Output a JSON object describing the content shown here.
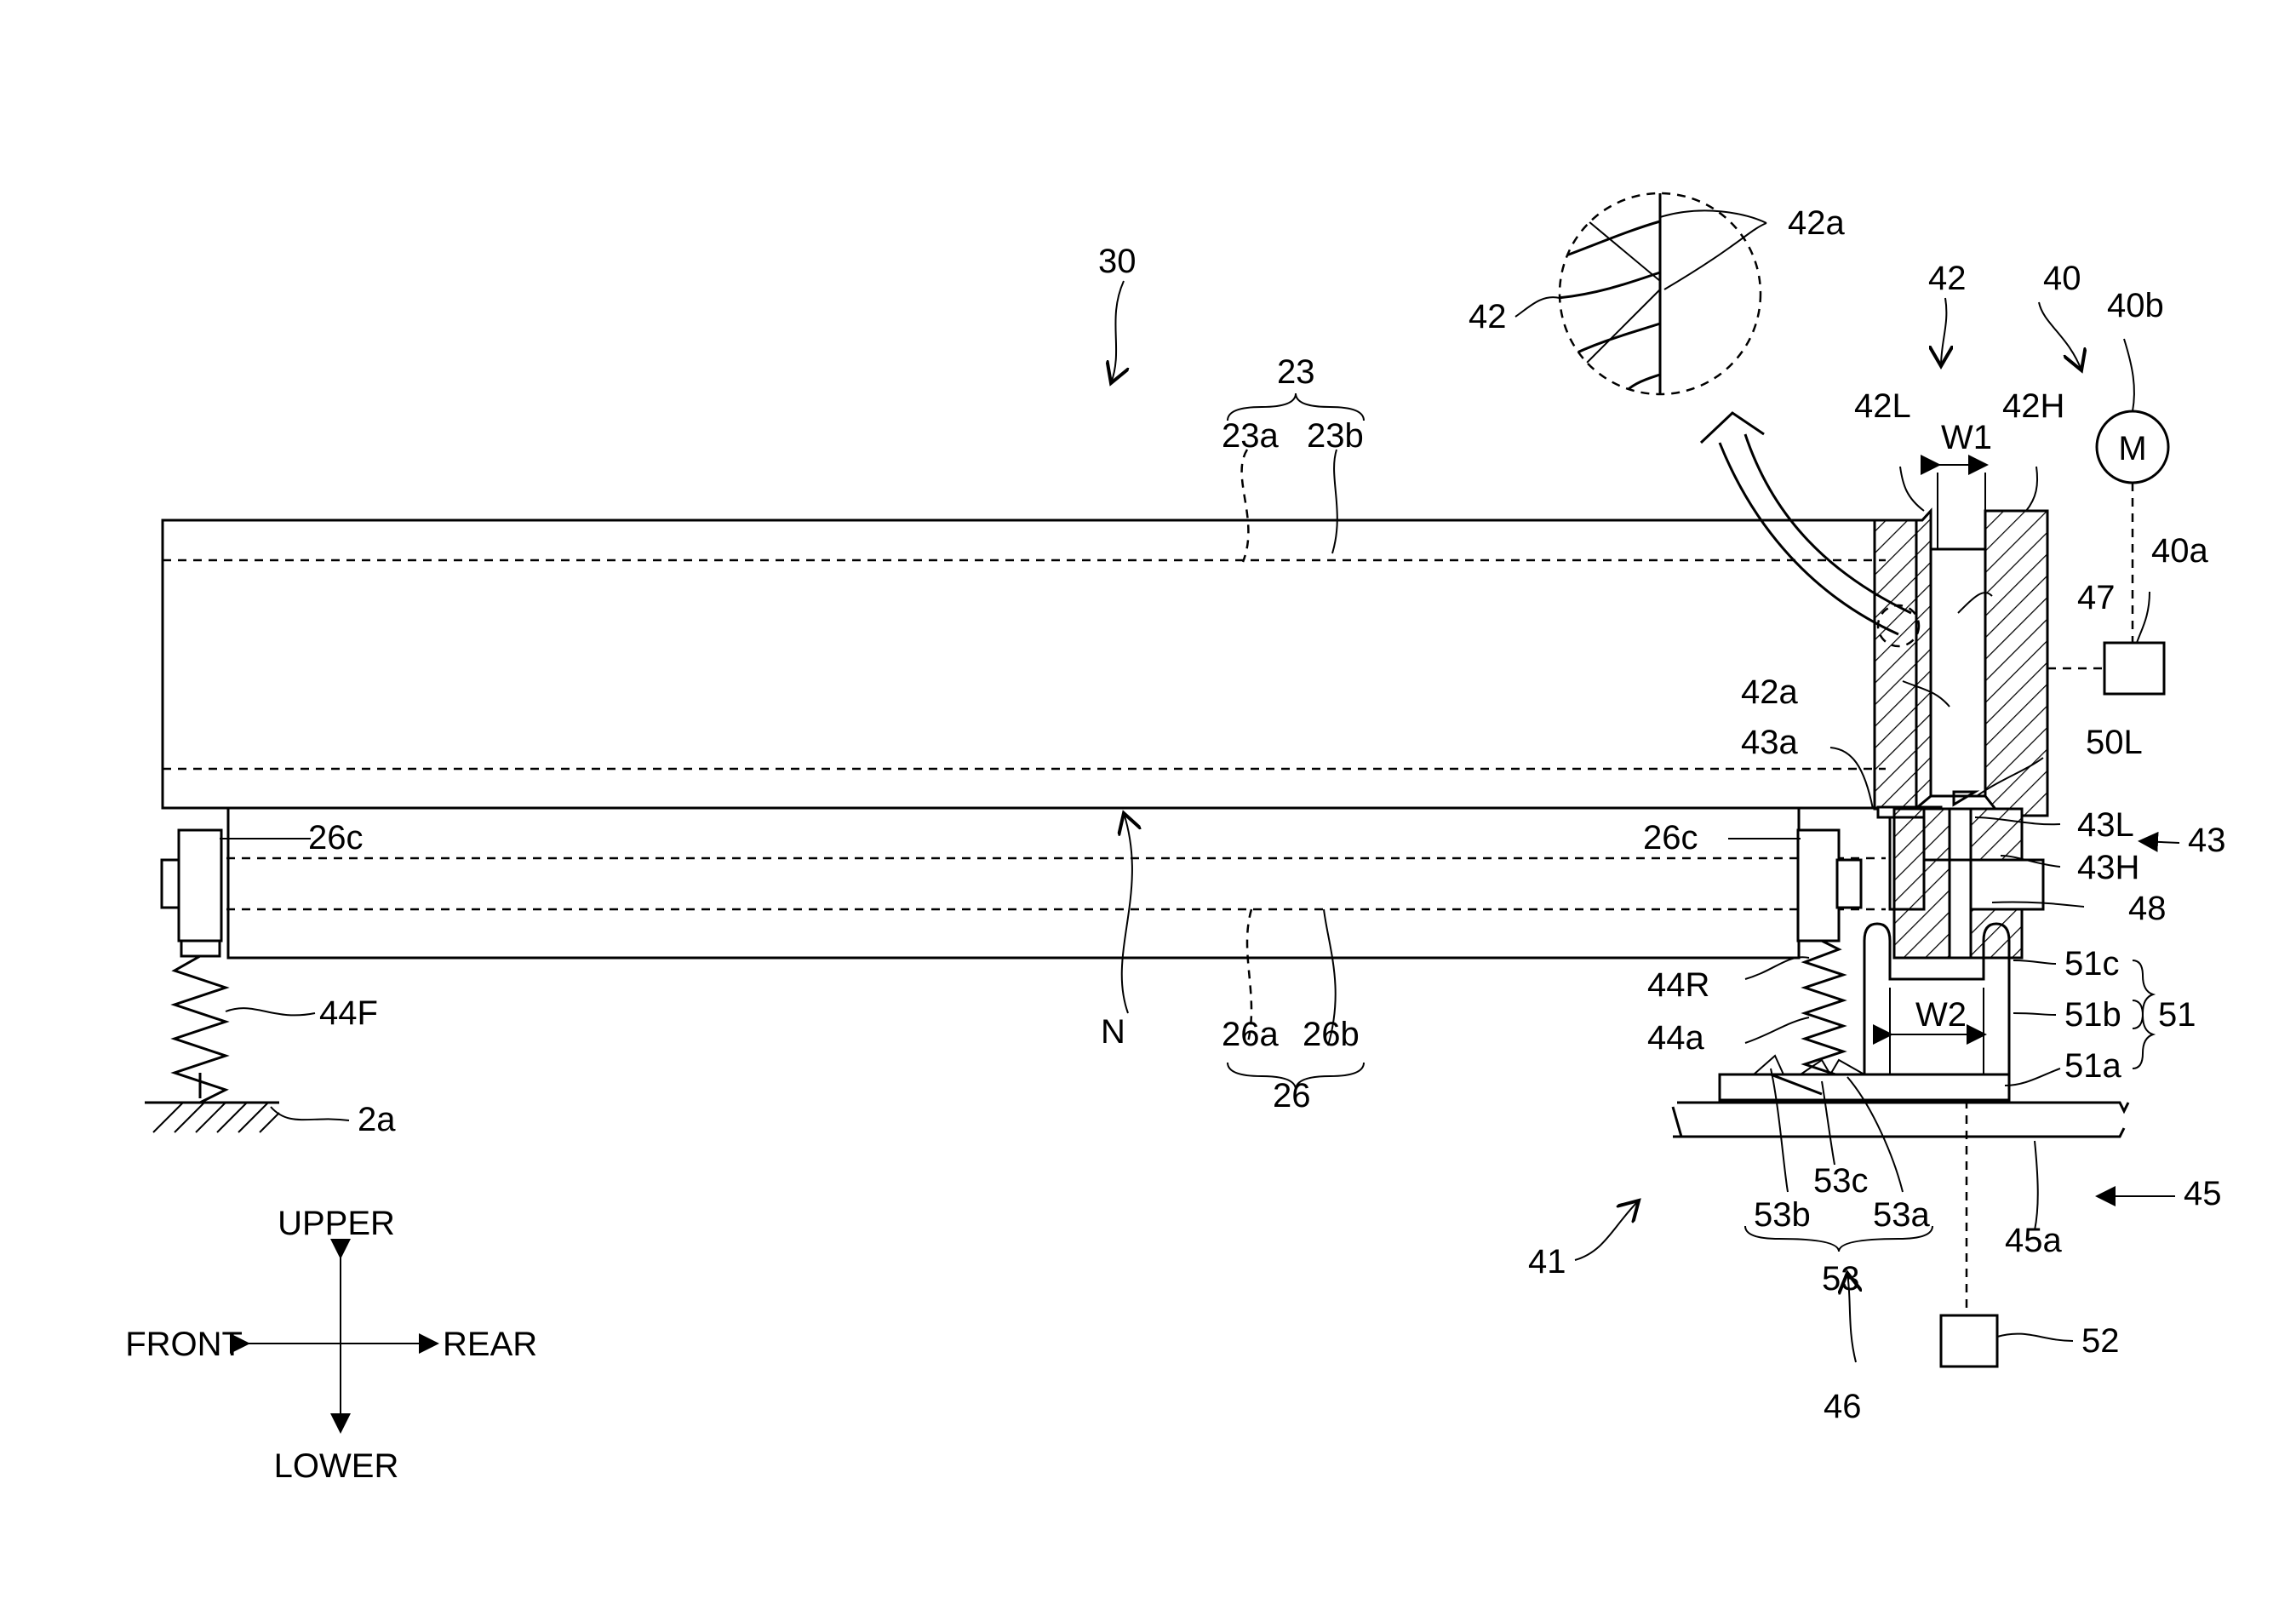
{
  "figure": {
    "labels": {
      "l30": "30",
      "l23": "23",
      "l23a": "23a",
      "l23b": "23b",
      "l42a_top": "42a",
      "l42_circle": "42",
      "l42_arrow": "42",
      "l40": "40",
      "l40b": "40b",
      "l42L": "42L",
      "lW1": "W1",
      "l42H": "42H",
      "lM": "M",
      "l40a": "40a",
      "l47": "47",
      "l42a_mid": "42a",
      "l43a": "43a",
      "l50L": "50L",
      "l43L": "43L",
      "l43": "43",
      "l43H": "43H",
      "l48": "48",
      "l26c_left": "26c",
      "l26c_right": "26c",
      "l44R": "44R",
      "l44a": "44a",
      "l51c": "51c",
      "l51b": "51b",
      "l51": "51",
      "lW2": "W2",
      "l51a": "51a",
      "l44F": "44F",
      "lN": "N",
      "l26a": "26a",
      "l26b": "26b",
      "l26": "26",
      "l2a": "2a",
      "l53b": "53b",
      "l53c": "53c",
      "l53a": "53a",
      "l53": "53",
      "l45a": "45a",
      "l45": "45",
      "l41": "41",
      "l46": "46",
      "l52": "52"
    },
    "directions": {
      "upper": "UPPER",
      "lower": "LOWER",
      "front": "FRONT",
      "rear": "REAR"
    }
  }
}
